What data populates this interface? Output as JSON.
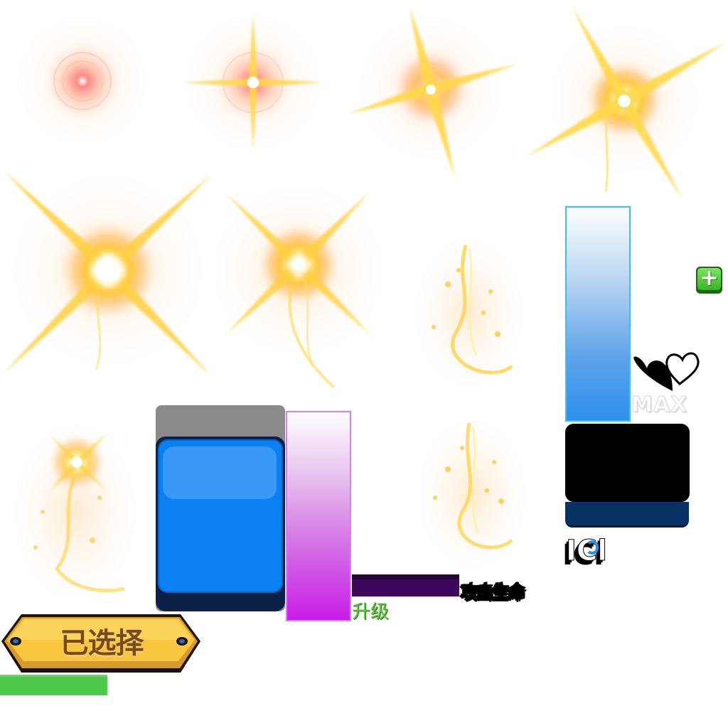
{
  "labels": {
    "selected": "已选择",
    "upgrade": "升级",
    "attack_life": "攻击生命",
    "max": "MAX",
    "chip": "ICl"
  },
  "icons": {
    "plus": "plus-icon",
    "heart": "heart-icon"
  },
  "colors": {
    "glow_core": "#fffbe0",
    "glow_yellow": "#ffd23a",
    "glow_orange": "#ff9a3c",
    "glow_pink": "#ffc7b8",
    "blue_button": "#0a80f3",
    "blue_bar_bottom": "#2e90ec",
    "magenta_bar_bottom": "#c91ae9",
    "purple_bar": "#3e075b",
    "green_bar": "#4ec94a",
    "navy_panel": "#083263",
    "gold_badge": "#f8c63f",
    "gold_badge_text": "#7a4a1c"
  }
}
